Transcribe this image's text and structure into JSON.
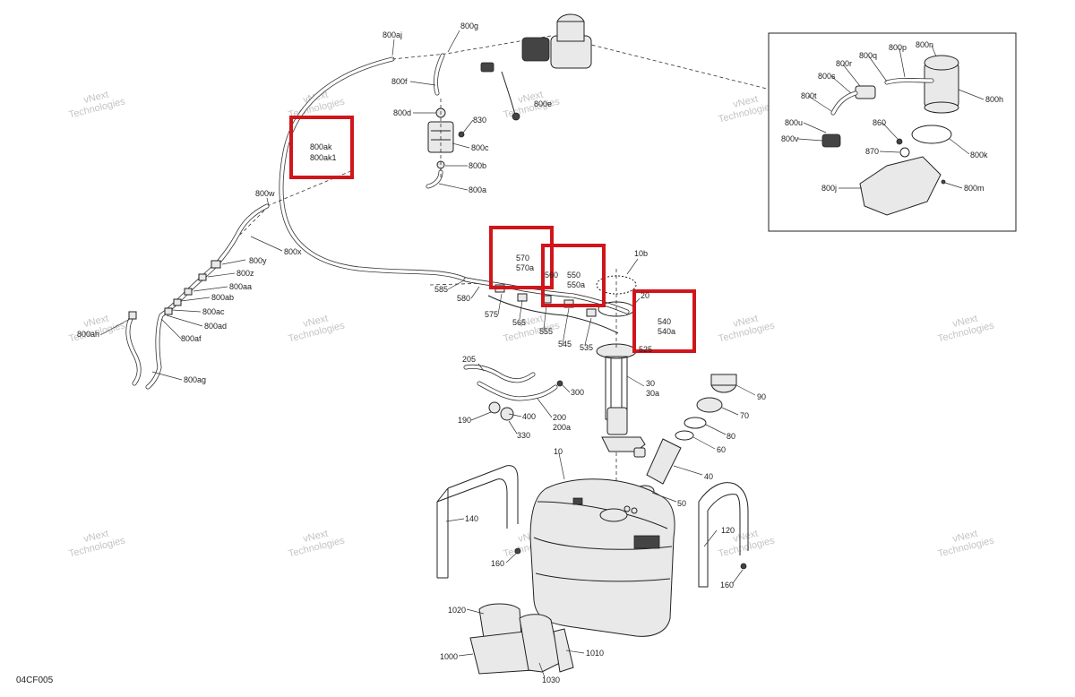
{
  "diagram_code": "04CF005",
  "watermark": {
    "line1": "vNext",
    "line2": "Technologies"
  },
  "labels": {
    "l_800aj": "800aj",
    "l_800g": "800g",
    "l_800f": "800f",
    "l_800d": "800d",
    "l_830": "830",
    "l_800c": "800c",
    "l_800b": "800b",
    "l_800a": "800a",
    "l_800e": "800e",
    "l_800ak": "800ak",
    "l_800ak1": "800ak1",
    "l_800w": "800w",
    "l_800x": "800x",
    "l_800y": "800y",
    "l_800z": "800z",
    "l_800aa": "800aa",
    "l_800ab": "800ab",
    "l_800ac": "800ac",
    "l_800ad": "800ad",
    "l_800af": "800af",
    "l_800ah": "800ah",
    "l_800ag": "800ag",
    "l_570": "570",
    "l_570a": "570a",
    "l_560": "560",
    "l_550": "550",
    "l_550a": "550a",
    "l_10b": "10b",
    "l_20": "20",
    "l_540": "540",
    "l_540a": "540a",
    "l_585": "585",
    "l_580": "580",
    "l_575": "575",
    "l_565": "565",
    "l_555": "555",
    "l_545": "545",
    "l_535": "535",
    "l_525": "525",
    "l_205": "205",
    "l_300": "300",
    "l_30": "30",
    "l_30a": "30a",
    "l_90": "90",
    "l_70": "70",
    "l_80": "80",
    "l_60": "60",
    "l_40": "40",
    "l_50": "50",
    "l_190": "190",
    "l_400": "400",
    "l_200": "200",
    "l_200a": "200a",
    "l_330": "330",
    "l_10": "10",
    "l_140": "140",
    "l_120": "120",
    "l_160a": "160",
    "l_160b": "160",
    "l_1020": "1020",
    "l_1000": "1000",
    "l_1030": "1030",
    "l_1010": "1010",
    "l_800n": "800n",
    "l_800p": "800p",
    "l_800q": "800q",
    "l_800r": "800r",
    "l_800s": "800s",
    "l_800t": "800t",
    "l_800u": "800u",
    "l_800v": "800v",
    "l_800h": "800h",
    "l_860": "860",
    "l_870": "870",
    "l_800k": "800k",
    "l_800j": "800j",
    "l_800m": "800m"
  },
  "highlight_color": "#d0161b"
}
